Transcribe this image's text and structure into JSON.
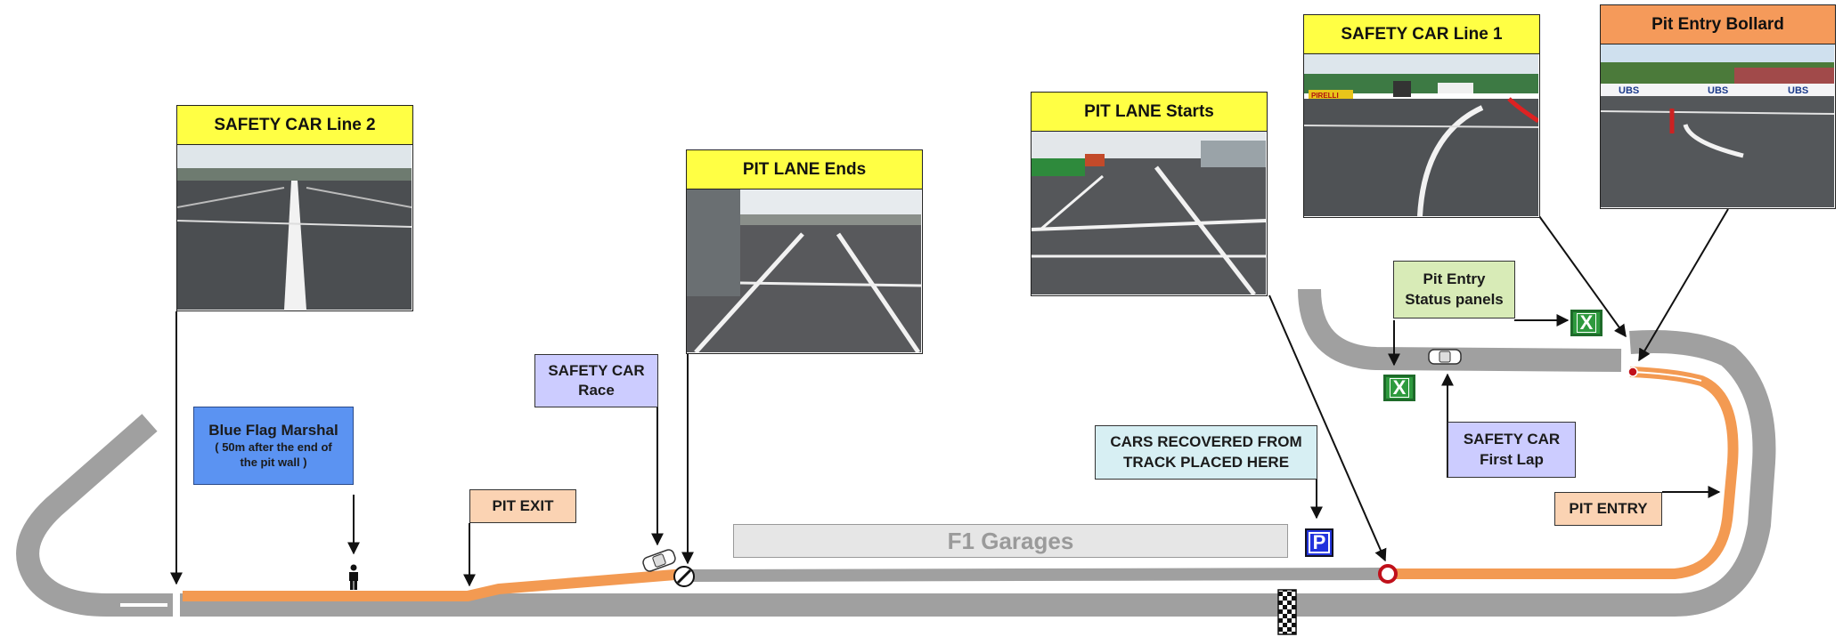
{
  "photos": {
    "sc_line2": "SAFETY CAR Line 2",
    "pit_lane_ends": "PIT LANE Ends",
    "pit_lane_starts": "PIT LANE Starts",
    "sc_line1": "SAFETY CAR Line 1",
    "pit_entry_bollard": "Pit Entry Bollard"
  },
  "photo_text": {
    "pirelli": "PIRELLI",
    "ubs": "UBS"
  },
  "labels": {
    "blue_flag_title": "Blue Flag Marshal",
    "blue_flag_note_1": "( 50m after the end of",
    "blue_flag_note_2": "the pit wall )",
    "pit_exit": "PIT EXIT",
    "sc_race_1": "SAFETY CAR",
    "sc_race_2": "Race",
    "garages": "F1 Garages",
    "cars_recovered_1": "CARS RECOVERED FROM",
    "cars_recovered_2": "TRACK PLACED HERE",
    "pit_entry_status_1": "Pit Entry",
    "pit_entry_status_2": "Status panels",
    "sc_first_lap_1": "SAFETY CAR",
    "sc_first_lap_2": "First Lap",
    "pit_entry": "PIT ENTRY"
  },
  "signs": {
    "x_panel": "X",
    "parking": "P"
  },
  "colors": {
    "track": "#9e9e9e",
    "pit_lane": "#f39a52",
    "safety_car_label": "#ccccff",
    "photo_caption": "#ffff44",
    "blue_flag": "#5b93f2"
  }
}
